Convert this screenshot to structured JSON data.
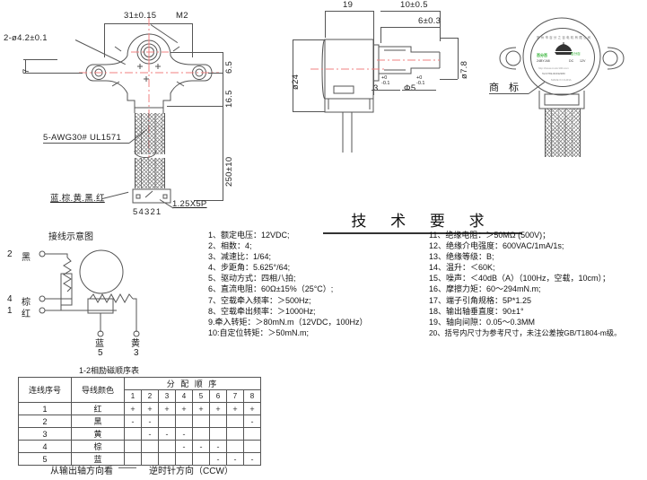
{
  "title_block": {
    "tech_title": "技 术 要 求"
  },
  "top_view": {
    "dim_width": "31±0.15",
    "dim_m2": "M2",
    "dim_holes": "2-ø4.2±0.1",
    "dim_7": "7",
    "dim_6_5": "6.5",
    "dim_16_5": "16.5",
    "dim_lead_len": "250±10",
    "wire_spec": "5-AWG30#  UL1571",
    "wire_colors": "蓝.棕.黄.黑.红",
    "connector_pins": "54321",
    "connector_spec": "1.25X5P"
  },
  "side_view": {
    "dim_19": "19",
    "dim_10": "10±0.5",
    "dim_6": "6±0.3",
    "dim_dia24": "ø24",
    "dim_dia7_8": "ø7.8",
    "dim_3": "3",
    "dim_3_tol_up": "+0",
    "dim_3_tol_dn": "-0.1",
    "dim_d5": "Φ5",
    "dim_d5_tol_up": "+0",
    "dim_d5_tol_dn": "-0.1"
  },
  "front_view": {
    "trademark_label": "商 标",
    "label_arc_text": "常 州 市 百 分 之 百 电 机 有 限 公 司",
    "label_brand": "百分百",
    "label_model": "24BYJ48",
    "label_volt": "DC",
    "label_volt_value": "12V",
    "label_site": "http://www.motor100.com",
    "label_tel": "Tel:0769-82192380",
    "label_made": "MADE IN CHINA"
  },
  "wiring_diagram": {
    "caption": "接线示意图",
    "terminals_left": [
      {
        "num": "2",
        "color": "黑"
      },
      {
        "num": "4",
        "color": "棕"
      },
      {
        "num": "1",
        "color": "红"
      }
    ],
    "terminals_bottom": [
      {
        "color": "蓝",
        "num": "5"
      },
      {
        "color": "黄",
        "num": "3"
      }
    ]
  },
  "excitation_table": {
    "caption": "1-2相励磁顺序表",
    "header_col1": "连线序号",
    "header_col2": "导线颜色",
    "header_group": "分 配 顺 序",
    "step_columns": [
      "1",
      "2",
      "3",
      "4",
      "5",
      "6",
      "7",
      "8"
    ],
    "rows": [
      {
        "no": "1",
        "color": "红",
        "steps": [
          "+",
          "+",
          "+",
          "+",
          "+",
          "+",
          "+",
          "+"
        ]
      },
      {
        "no": "2",
        "color": "黑",
        "steps": [
          "-",
          "-",
          "",
          "",
          "",
          "",
          "",
          "-"
        ]
      },
      {
        "no": "3",
        "color": "黄",
        "steps": [
          "",
          "-",
          "-",
          "-",
          "",
          "",
          "",
          ""
        ]
      },
      {
        "no": "4",
        "color": "棕",
        "steps": [
          "",
          "",
          "",
          "-",
          "-",
          "-",
          "",
          ""
        ]
      },
      {
        "no": "5",
        "color": "蓝",
        "steps": [
          "",
          "",
          "",
          "",
          "",
          "-",
          "-",
          "-"
        ]
      }
    ],
    "footer_left": "从输出轴方向看",
    "footer_dash": "——",
    "footer_right": "逆时针方向（CCW）"
  },
  "specs_left": [
    "1、额定电压：12VDC;",
    "2、相数：4;",
    "3、减速比：1/64;",
    "4、步距角：5.625°/64;",
    "5、驱动方式：四相八拍;",
    "6、直流电阻：60Ω±15%（25°C）;",
    "7、空载牵入频率：＞500Hz;",
    "8、空载牵出频率：＞1000Hz;",
    "9.牵入转矩：＞80mN.m（12VDC，100Hz）",
    "10:自定位转矩：＞50mN.m;"
  ],
  "specs_right": [
    "11、绝缘电阻：＞50MΩ (500V)；",
    "12、绝缘介电强度：600VAC/1mA/1s;",
    "13、绝缘等级：B;",
    "14、温升：＜60K;",
    "15、噪声：＜40dB（A）（100Hz，空载，10cm）；",
    "16、摩擦力矩：60～294mN.m;",
    "17、端子引角规格：5P*1.25",
    "18、输出轴垂直度：90±1°",
    "19、轴向间隙：0.05～0.3MM",
    "20、括号内尺寸为参考尺寸，未注公差按GB/T1804-m级。"
  ]
}
